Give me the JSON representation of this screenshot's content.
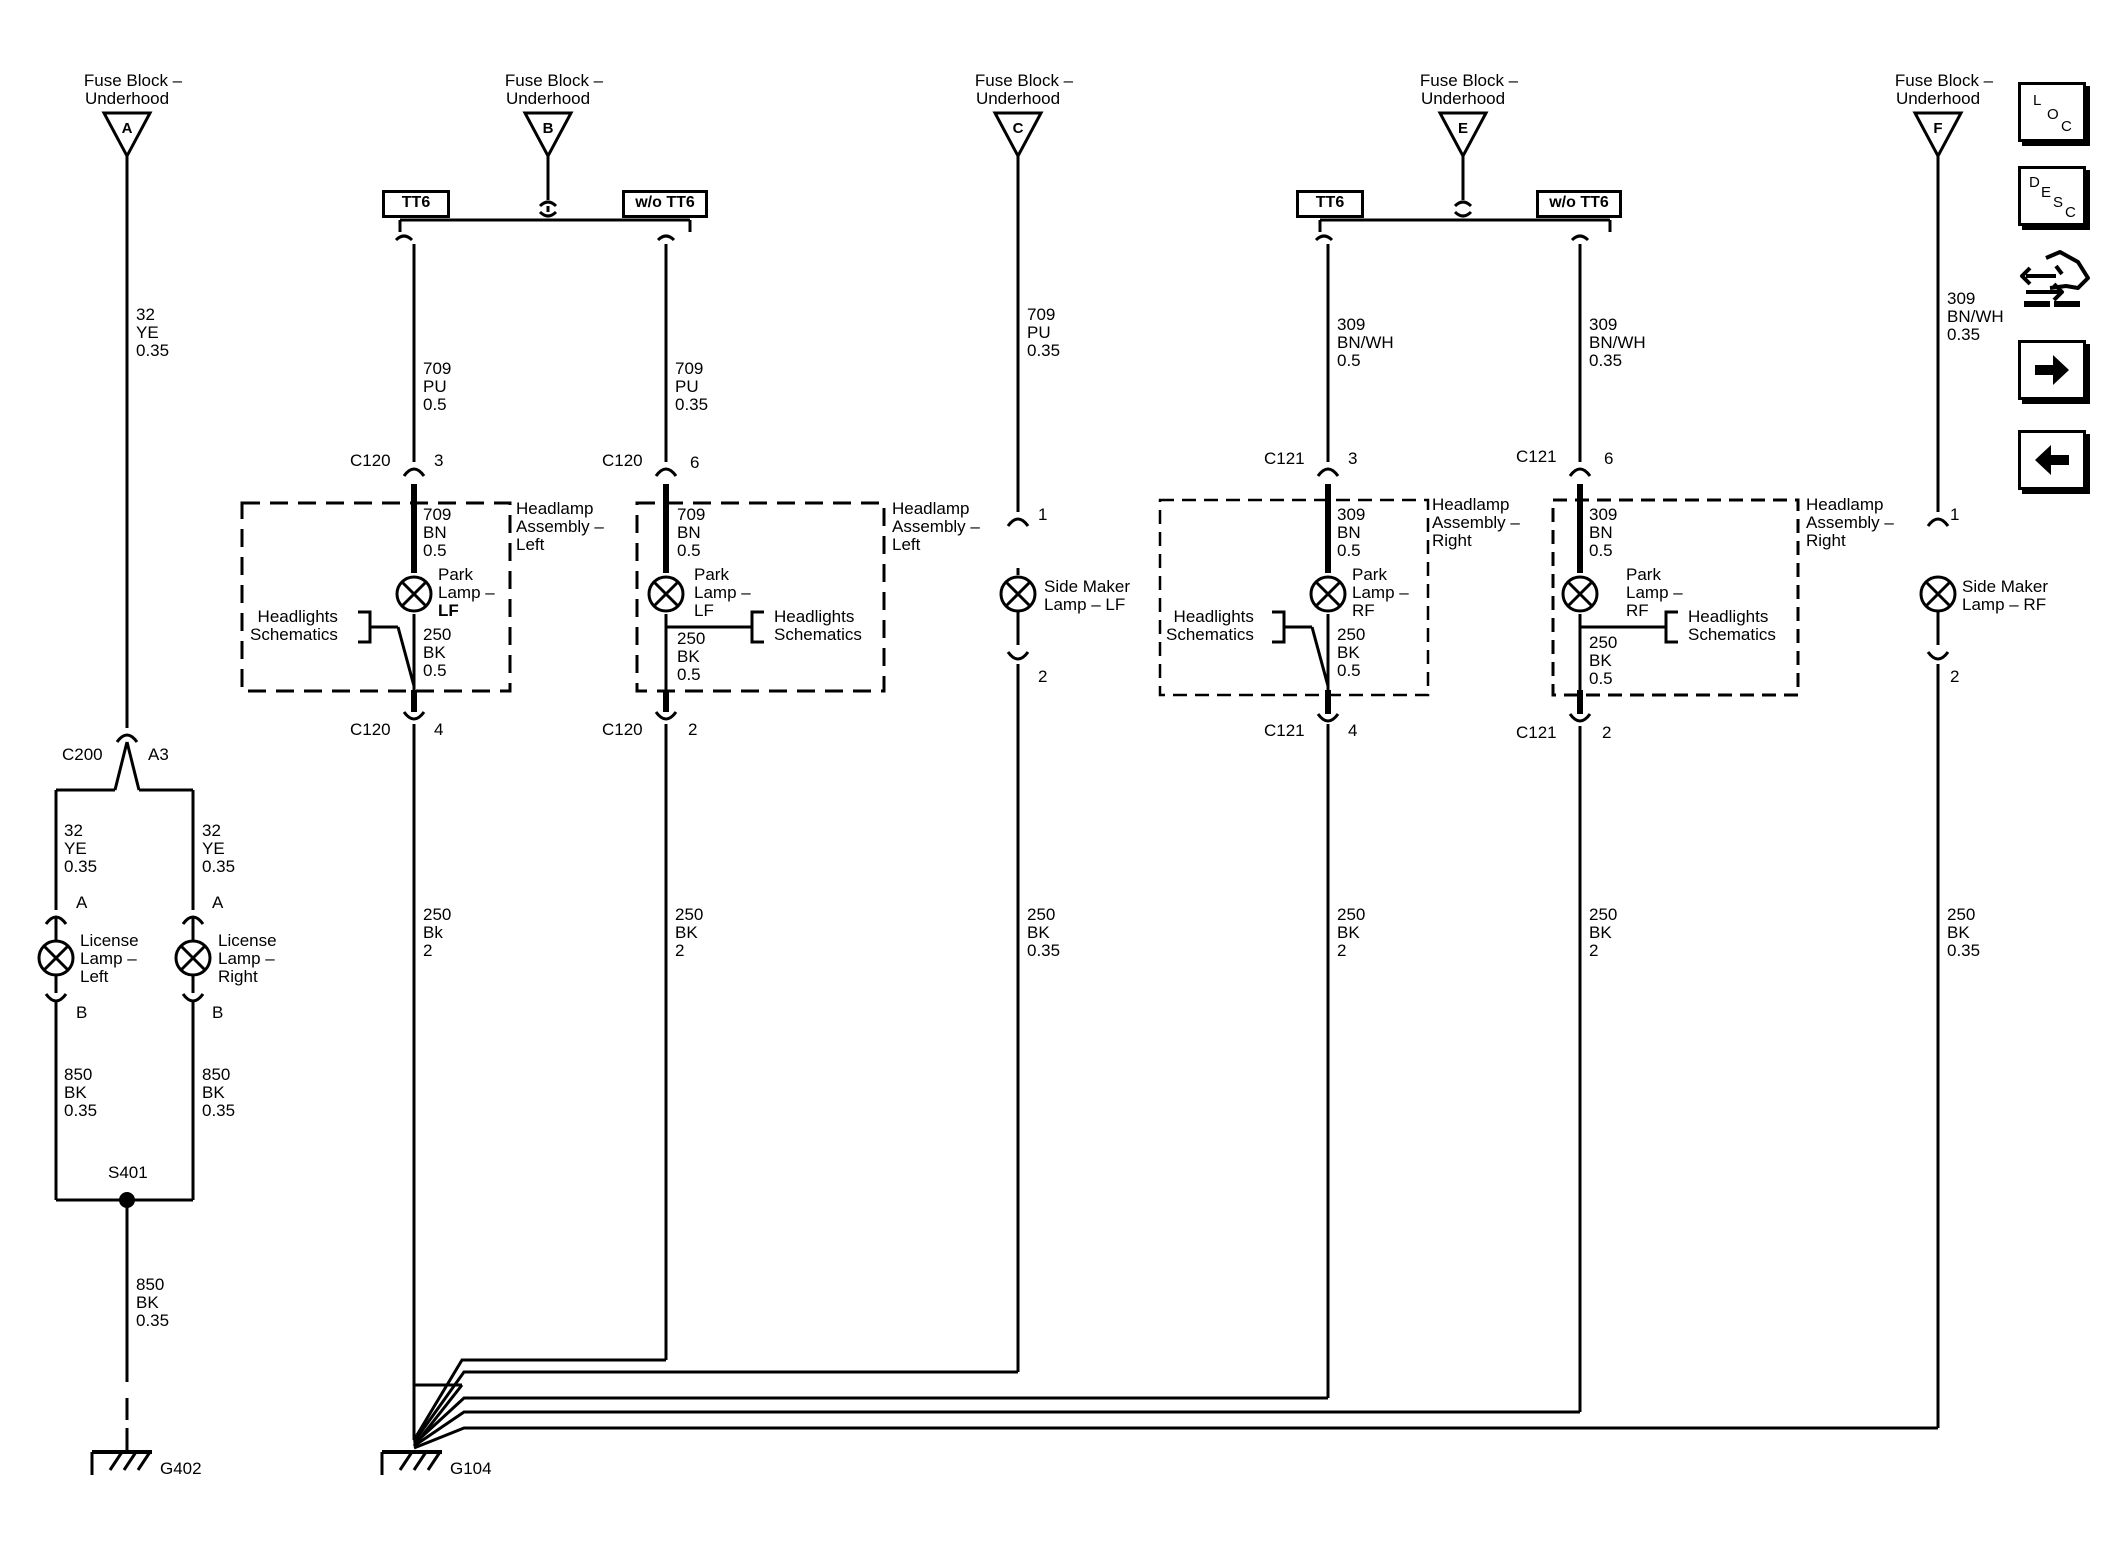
{
  "fuses": [
    {
      "title": "Fuse Block –",
      "sub": "Underhood",
      "letter": "A"
    },
    {
      "title": "Fuse Block –",
      "sub": "Underhood",
      "letter": "B"
    },
    {
      "title": "Fuse Block –",
      "sub": "Underhood",
      "letter": "C"
    },
    {
      "title": "Fuse Block –",
      "sub": "Underhood",
      "letter": "E"
    },
    {
      "title": "Fuse Block –",
      "sub": "Underhood",
      "letter": "F"
    }
  ],
  "options": {
    "tt6": "TT6",
    "wo_tt6": "w/o TT6"
  },
  "wires": {
    "a_top": [
      "32",
      "YE",
      "0.35"
    ],
    "b_tt6": [
      "709",
      "PU",
      "0.5"
    ],
    "b_wo": [
      "709",
      "PU",
      "0.35"
    ],
    "c_top": [
      "709",
      "PU",
      "0.35"
    ],
    "e_tt6": [
      "309",
      "BN/WH",
      "0.5"
    ],
    "e_wo": [
      "309",
      "BN/WH",
      "0.35"
    ],
    "f_top": [
      "309",
      "BN/WH",
      "0.35"
    ],
    "lic_l_in": [
      "32",
      "YE",
      "0.35"
    ],
    "lic_r_in": [
      "32",
      "YE",
      "0.35"
    ],
    "lic_l_out": [
      "850",
      "BK",
      "0.35"
    ],
    "lic_r_out": [
      "850",
      "BK",
      "0.35"
    ],
    "g402": [
      "850",
      "BK",
      "0.35"
    ],
    "hl_l1_in": [
      "709",
      "BN",
      "0.5"
    ],
    "hl_l1_out": [
      "250",
      "BK",
      "0.5"
    ],
    "hl_l2_in": [
      "709",
      "BN",
      "0.5"
    ],
    "hl_l2_out": [
      "250",
      "BK",
      "0.5"
    ],
    "hl_r1_in": [
      "309",
      "BN",
      "0.5"
    ],
    "hl_r1_out": [
      "250",
      "BK",
      "0.5"
    ],
    "hl_r2_in": [
      "309",
      "BN",
      "0.5"
    ],
    "hl_r2_out": [
      "250",
      "BK",
      "0.5"
    ],
    "gnd_1": [
      "250",
      "Bk",
      "2"
    ],
    "gnd_2": [
      "250",
      "BK",
      "2"
    ],
    "gnd_3": [
      "250",
      "BK",
      "0.35"
    ],
    "gnd_4": [
      "250",
      "BK",
      "2"
    ],
    "gnd_5": [
      "250",
      "BK",
      "2"
    ],
    "gnd_6": [
      "250",
      "BK",
      "0.35"
    ]
  },
  "connectors": {
    "c120": "C120",
    "c121": "C121",
    "c200": "C200",
    "a3": "A3",
    "pin3": "3",
    "pin6": "6",
    "pin4": "4",
    "pin2": "2",
    "pin1": "1",
    "pinA": "A",
    "pinB": "B"
  },
  "components": {
    "headlamp_left": [
      "Headlamp",
      "Assembly –",
      "Left"
    ],
    "headlamp_right": [
      "Headlamp",
      "Assembly –",
      "Right"
    ],
    "park_lf": [
      "Park",
      "Lamp –",
      "LF"
    ],
    "park_rf": [
      "Park",
      "Lamp –",
      "RF"
    ],
    "headlights_schematics": [
      "Headlights",
      "Schematics"
    ],
    "side_marker_lf": [
      "Side Maker",
      "Lamp – LF"
    ],
    "side_marker_rf": [
      "Side Maker",
      "Lamp – RF"
    ],
    "license_left": [
      "License",
      "Lamp –",
      "Left"
    ],
    "license_right": [
      "License",
      "Lamp –",
      "Right"
    ]
  },
  "splice": "S401",
  "grounds": {
    "g402": "G402",
    "g104": "G104"
  },
  "nav": {
    "loc": [
      "L",
      "O",
      "C"
    ],
    "desc": [
      "D",
      "E",
      "S",
      "C"
    ]
  },
  "icons": [
    "loc-button",
    "desc-button",
    "connector-view-icon",
    "next-arrow-icon",
    "previous-arrow-icon"
  ]
}
